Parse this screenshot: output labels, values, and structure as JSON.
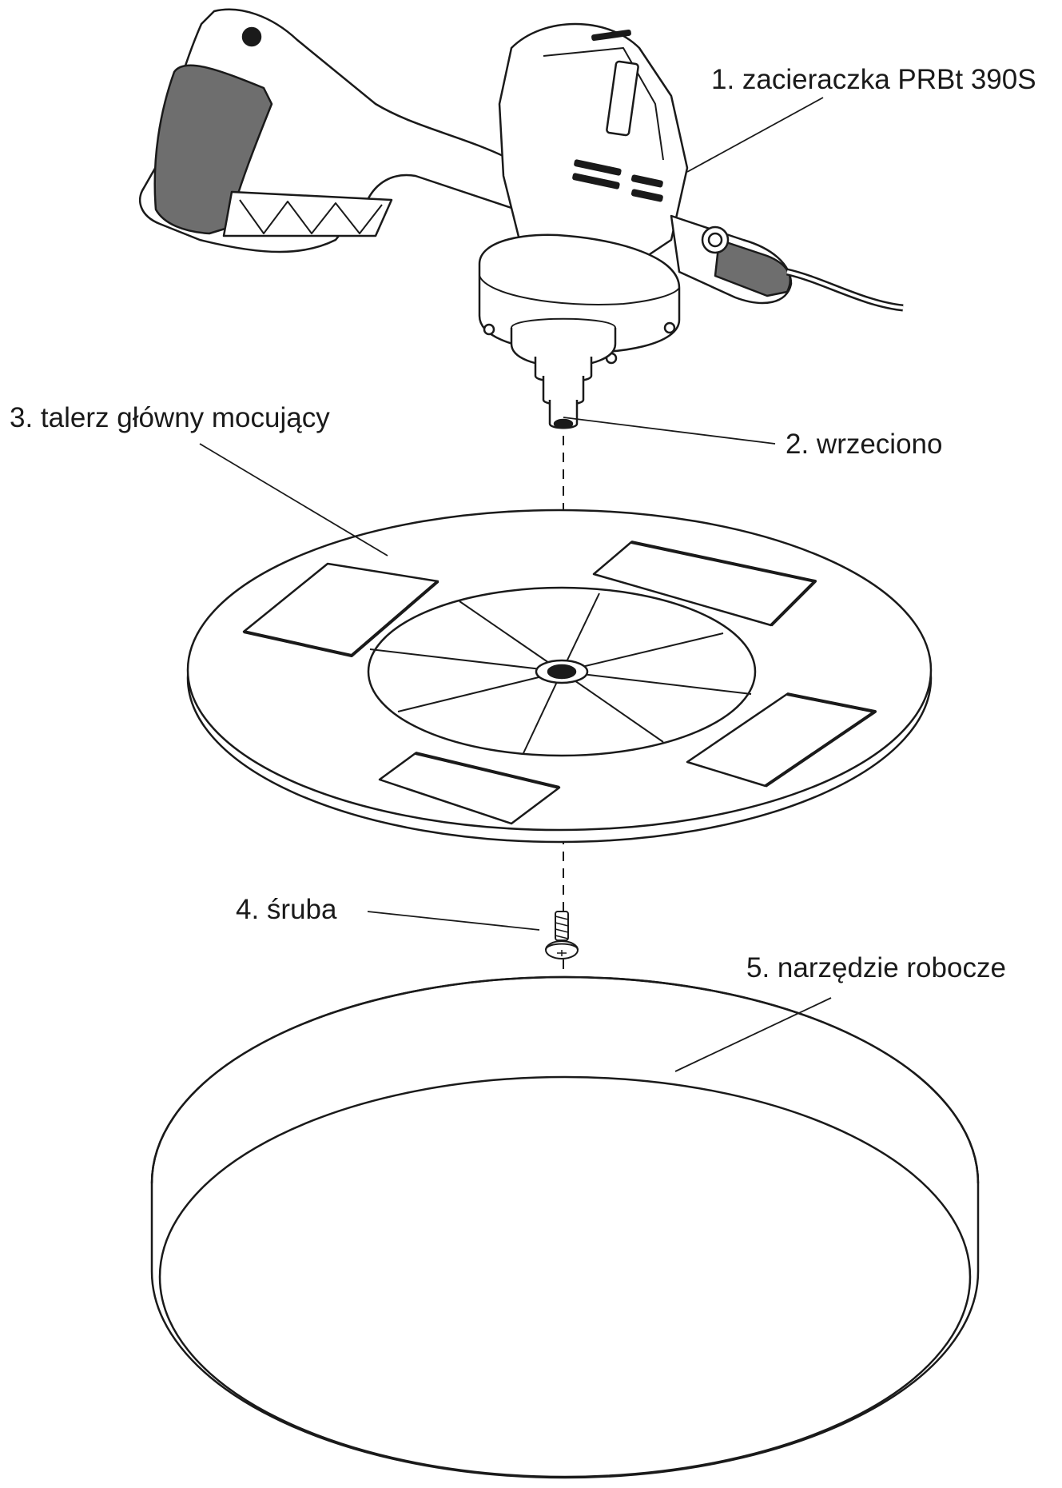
{
  "labels": {
    "mixer": "1. zacieraczka PRBt 390S",
    "spindle": "2. wrzeciono",
    "main_plate": "3. talerz główny mocujący",
    "screw": "4. śruba",
    "work_tool": "5. narzędzie robocze"
  },
  "colors": {
    "line": "#1a1a1a",
    "grip": "#6e6e6e",
    "background": "#ffffff"
  }
}
